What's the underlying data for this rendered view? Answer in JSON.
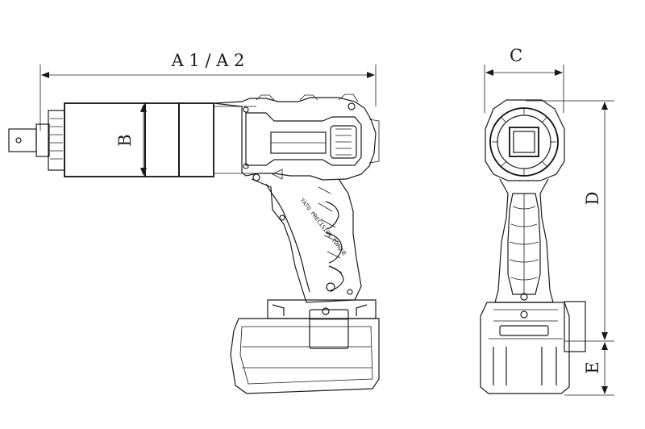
{
  "dimensions": {
    "a": "A 1 / A 2",
    "b": "B",
    "c": "C",
    "d": "D",
    "e": "E"
  },
  "tool_lettering": "YATO PRECISION TORQUE"
}
